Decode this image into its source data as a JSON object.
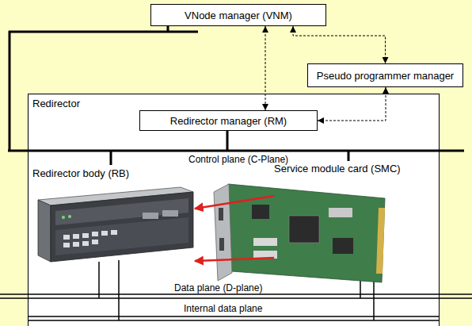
{
  "diagram": {
    "nodes": [
      {
        "text": [
          "VNode manager (VNM)"
        ]
      },
      {
        "text": [
          "Pseudo programmer manager"
        ]
      },
      {
        "text": [
          "Redirector"
        ]
      },
      {
        "text": [
          "Redirector manager (RM)"
        ],
        "in": 2
      },
      {
        "text": [
          "Redirector body (RB)"
        ],
        "in": 2
      },
      {
        "text": [
          "Service module card (SMC)"
        ],
        "in": 2
      }
    ],
    "edges": [
      {
        "from": 0,
        "to": 3,
        "arrow": "both"
      },
      {
        "from": 0,
        "to": 1,
        "arrow": "both"
      },
      {
        "from": 1,
        "to": 3,
        "arrow": "both"
      },
      {
        "from": 5,
        "to": 4,
        "arrow": "to"
      },
      {
        "from": 5,
        "to": 4,
        "arrow": "to"
      }
    ],
    "labels": [
      "Control plane (C-Plane)",
      "Data plane (D-plane)",
      "Internal data plane"
    ]
  }
}
